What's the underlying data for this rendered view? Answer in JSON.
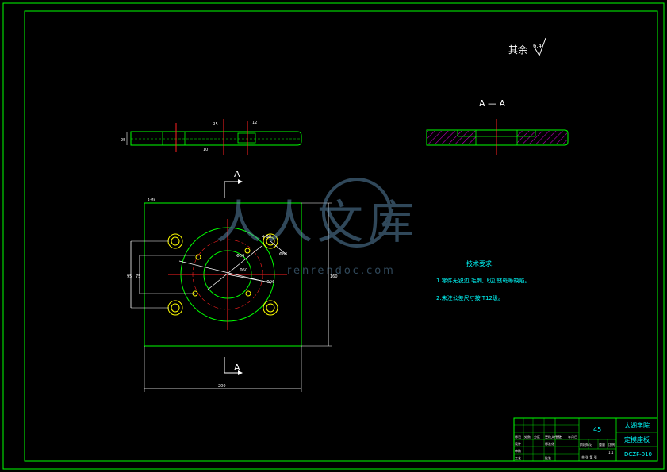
{
  "drawing": {
    "surface_note": "其余",
    "roughness_value": "6.4",
    "section_label": "A — A",
    "view_marker_letter": "A",
    "watermark_main": "人人文库",
    "watermark_url": "renrendoc.com",
    "dims": {
      "overall_width": "200",
      "overall_height": "160",
      "thickness": "25",
      "hole_spacing_outer": "95",
      "hole_spacing_inner": "75",
      "top_left_note": "4-M8",
      "bolt_circle": "4-Φ8",
      "center_hole": "Φ50",
      "circle_dim_a": "Φ66",
      "circle_dim_b": "Φ86",
      "circle_dim_c": "Φ96",
      "side_dim_a": "R5",
      "side_dim_b": "12",
      "side_dim_c": "10"
    }
  },
  "notes": {
    "heading": "技术要求:",
    "items": [
      "1.零件无锐边,毛刺,飞边,锈斑等缺陷。",
      "2.未注公差尺寸按IT12级。"
    ]
  },
  "title_block": {
    "school": "太湖学院",
    "part_name": "定模座板",
    "material": "45",
    "drawing_no": "DCZF-010",
    "scale": "1:1",
    "sheet": "共 张 第 张",
    "row_labels": [
      "标记",
      "处数",
      "分区",
      "更改文件号",
      "签名",
      "年月日"
    ],
    "roles": [
      "设计",
      "标准化",
      "审核",
      "工艺",
      "批准"
    ],
    "stage_label": "阶段标记",
    "weight_label": "重量",
    "scale_label": "比例"
  },
  "colors": {
    "frame": "#00ff00",
    "geometry": "#00ff00",
    "centerline": "#ff2020",
    "dimension": "#ffffff",
    "holes": "#ffff00",
    "notes": "#00ffff",
    "hatch": "#c000c0"
  }
}
